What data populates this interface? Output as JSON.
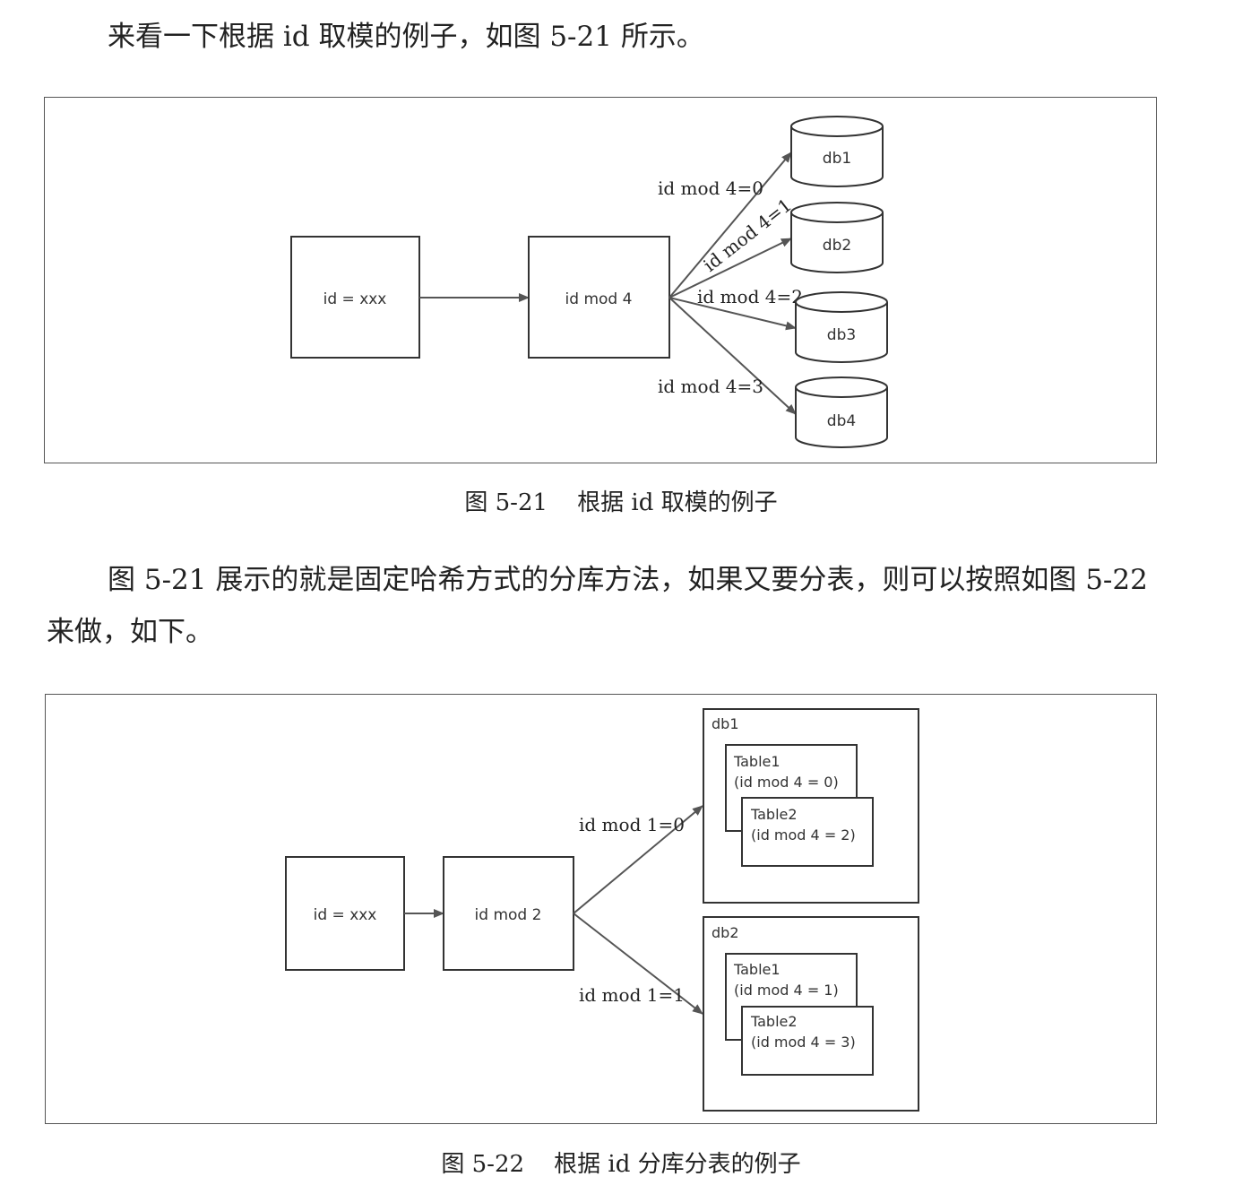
{
  "paragraphs": {
    "p1": "来看一下根据 id 取模的例子，如图 5-21 所示。",
    "p2": "图 5-21 展示的就是固定哈希方式的分库方法，如果又要分表，则可以按照如图 5-22 来做，如下。"
  },
  "figure1": {
    "caption": "图 5-21    根据 id 取模的例子",
    "input_box": "id = xxx",
    "mod_box": "id mod 4",
    "edges": [
      {
        "label": "id mod 4=0",
        "target": "db1"
      },
      {
        "label": "id mod 4=1",
        "target": "db2"
      },
      {
        "label": "id mod 4=2",
        "target": "db3"
      },
      {
        "label": "id mod 4=3",
        "target": "db4"
      }
    ]
  },
  "figure2": {
    "caption": "图 5-22    根据 id 分库分表的例子",
    "input_box": "id = xxx",
    "mod_box": "id mod 2",
    "edges": [
      {
        "label": "id mod 1=0",
        "target": "db1"
      },
      {
        "label": "id mod 1=1",
        "target": "db2"
      }
    ],
    "dbs": [
      {
        "name": "db1",
        "tables": [
          {
            "name": "Table1",
            "rule": "(id mod 4 = 0)"
          },
          {
            "name": "Table2",
            "rule": "(id mod 4 = 2)"
          }
        ]
      },
      {
        "name": "db2",
        "tables": [
          {
            "name": "Table1",
            "rule": "(id mod 4 = 1)"
          },
          {
            "name": "Table2",
            "rule": "(id mod 4 = 3)"
          }
        ]
      }
    ]
  }
}
